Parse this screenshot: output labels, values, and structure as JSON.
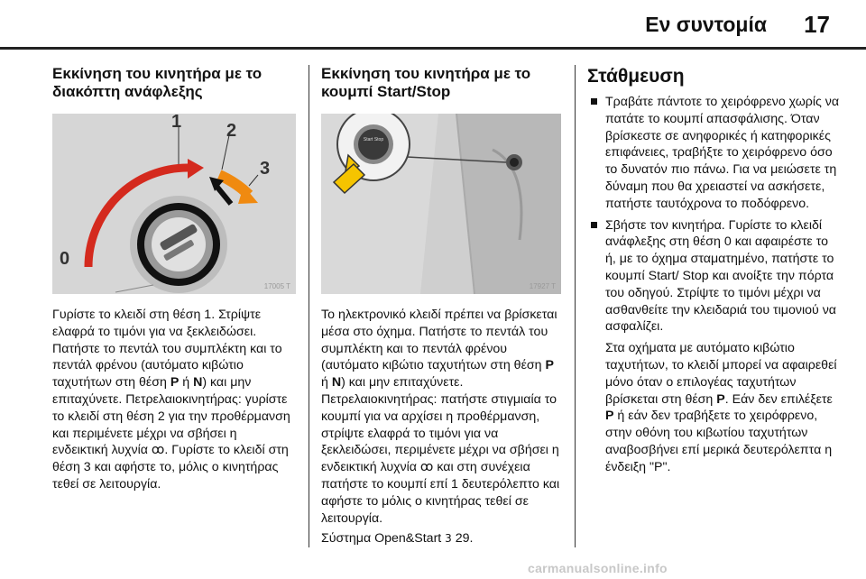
{
  "header": {
    "chapter": "Εν συντομία",
    "page_number": "17"
  },
  "col1": {
    "heading": "Εκκίνηση του κινητήρα με το διακόπτη ανάφλεξης",
    "figure": {
      "labels": [
        "0",
        "1",
        "2",
        "3"
      ],
      "code": "17005 T"
    },
    "text_a": "Γυρίστε το κλειδί στη θέση 1. Στρίψτε ελαφρά το τιμόνι για να ξεκλειδώσει. Πατήστε το πεντάλ του συμπλέκτη και το πεντάλ φρένου (αυτόματο κιβώτιο ταχυτήτων στη θέση ",
    "gear_p": "P",
    "or": " ή ",
    "gear_n": "N",
    "text_b": ") και μην επιταχύνετε. Πετρελαιοκινητήρας: γυρίστε το κλειδί στη θέση 2 για την προθέρμανση και περιμένετε μέχρι να σβήσει η ενδεικτική λυχνία ",
    "glow_symbol": "ꝏ",
    "text_c": ". Γυρίστε το κλειδί στη θέση 3 και αφήστε το, μόλις ο κινητήρας τεθεί σε λειτουργία."
  },
  "col2": {
    "heading": "Εκκίνηση του κινητήρα με το κουμπί Start/Stop",
    "figure": {
      "button_text": "Start Stop",
      "code": "17927 T"
    },
    "text_a": "Το ηλεκτρονικό κλειδί πρέπει να βρίσκεται μέσα στο όχημα. Πατήστε το πεντάλ του συμπλέκτη και το πεντάλ φρένου (αυτόματο κιβώτιο ταχυτήτων στη θέση ",
    "gear_p": "P",
    "or": " ή ",
    "gear_n": "N",
    "text_b": ") και μην επιταχύνετε. Πετρελαιοκινητήρας: πατήστε στιγμιαία το κουμπί για να αρχίσει η προθέρμανση, στρίψτε ελαφρά το τιμόνι για να ξεκλειδώσει, περιμένετε μέχρι να σβήσει η ενδεικτική λυχνία ",
    "glow_symbol": "ꝏ",
    "text_c": " και στη συνέχεια πατήστε το κουμπί επί 1 δευτερόλεπτο και αφήστε το μόλις ο κινητήρας τεθεί σε λειτουργία.",
    "ref_text": "Σύστημα Open&Start ",
    "ref_arrow": "3",
    "ref_page": " 29."
  },
  "col3": {
    "heading": "Στάθμευση",
    "bullet1": "Τραβάτε πάντοτε το χειρόφρενο χωρίς να πατάτε το κουμπί απασφάλισης. Όταν βρίσκεστε σε ανηφορικές ή κατηφορικές επιφάνειες, τραβήξτε το χειρόφρενο όσο το δυνατόν πιο πάνω. Για να μειώσετε τη δύναμη που θα χρειαστεί να ασκήσετε, πατήστε ταυτόχρονα το ποδόφρενο.",
    "bullet2": "Σβήστε τον κινητήρα. Γυρίστε το κλειδί ανάφλεξης στη θέση 0 και αφαιρέστε το ή, με το όχημα σταματημένο, πατήστε το κουμπί Start/ Stop και ανοίξτε την πόρτα του οδηγού. Στρίψτε το τιμόνι μέχρι να ασθανθείτε την κλειδαριά του τιμονιού να ασφαλίζει.",
    "para_a": "Στα οχήματα με αυτόματο κιβώτιο ταχυτήτων, το κλειδί μπορεί να αφαιρεθεί μόνο όταν ο επιλογέας ταχυτήτων βρίσκεται στη θέση ",
    "gear_p": "P",
    "para_b": ". Εάν δεν επιλέξετε ",
    "gear_p2": "P",
    "para_c": " ή εάν δεν τραβήξετε το χειρόφρενο, στην οθόνη του κιβωτίου ταχυτήτων αναβοσβήνει επί μερικά δευτερόλεπτα η ένδειξη \"P\"."
  },
  "watermark": "carmanualsonline.info",
  "colors": {
    "arrow_red": "#d42a1e",
    "arrow_yellow": "#f5c400",
    "figure_bg": "#d6d6d6"
  }
}
